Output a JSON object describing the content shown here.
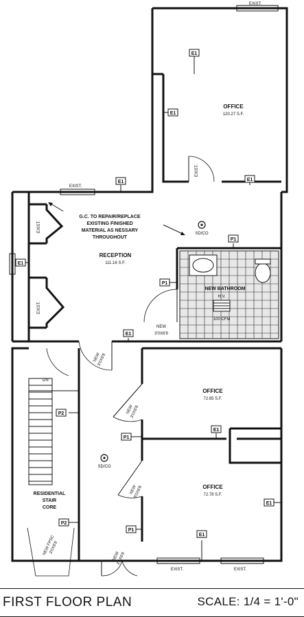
{
  "footer": {
    "title": "FIRST FLOOR PLAN",
    "scale": "SCALE: 1/4 = 1'-0\""
  },
  "rooms": {
    "office_top": {
      "name": "OFFICE",
      "area": "120.27 S.F."
    },
    "reception": {
      "name": "RECEPTION",
      "area": "111.16 S.F."
    },
    "office_mid": {
      "name": "OFFICE",
      "area": "72.65 S.F."
    },
    "office_bottom": {
      "name": "OFFICE",
      "area": "72.78 S.F."
    },
    "bathroom": {
      "name": "NEW BATHROOM",
      "fan": "100 CFM",
      "hv": "H.V."
    },
    "stair": {
      "line1": "RESIDENTIAL",
      "line2": "STAIR",
      "line3": "CORE",
      "dn": "DN"
    }
  },
  "note": {
    "line1": "G.C. TO REPAIR/REPLACE",
    "line2": "EXISTING FINISHED",
    "line3": "MATERIAL AS NESSARY",
    "line4": "THROUGHOUT"
  },
  "labels": {
    "exist": "EXIST.",
    "new": "NEW",
    "door_size": "3'0X6'8",
    "new_door": "NEW 3'0X6'8",
    "new_fpsc": "NEW FPSC",
    "smoke": "SD/CO"
  },
  "tags": {
    "e1": "E1",
    "p1": "P1",
    "p2": "P2"
  }
}
